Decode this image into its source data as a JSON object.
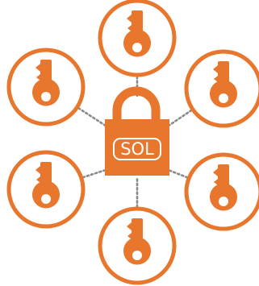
{
  "diagram": {
    "lock_label": "SOL",
    "colors": {
      "accent": "#E8762C",
      "connector": "#8A8A8A",
      "background": "#FFFFFF"
    },
    "center_icon": "padlock-icon",
    "nodes": [
      {
        "name": "key-node-top",
        "icon": "key-icon"
      },
      {
        "name": "key-node-upper-left",
        "icon": "key-icon"
      },
      {
        "name": "key-node-upper-right",
        "icon": "key-icon"
      },
      {
        "name": "key-node-lower-left",
        "icon": "key-icon"
      },
      {
        "name": "key-node-lower-right",
        "icon": "key-icon"
      },
      {
        "name": "key-node-bottom",
        "icon": "key-icon"
      }
    ]
  }
}
